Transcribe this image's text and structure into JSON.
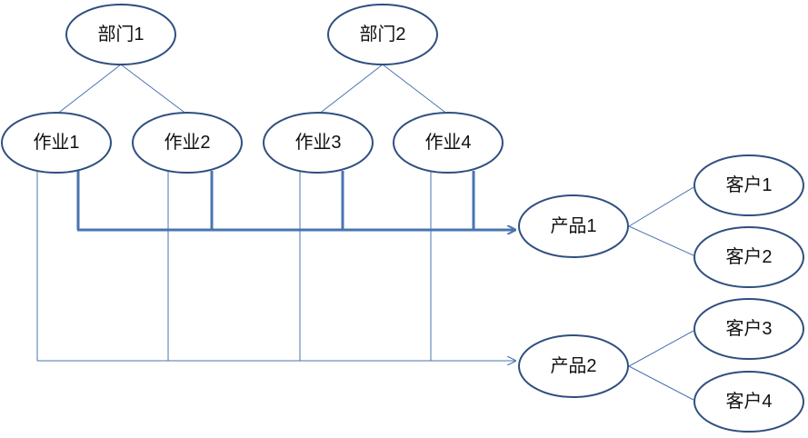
{
  "diagram": {
    "departments": [
      "部门1",
      "部门2"
    ],
    "jobs": [
      "作业1",
      "作业2",
      "作业3",
      "作业4"
    ],
    "products": [
      "产品1",
      "产品2"
    ],
    "customers": [
      "客户1",
      "客户2",
      "客户3",
      "客户4"
    ]
  },
  "colors": {
    "line": "#4a74b0",
    "node_border": "#2f4f7f",
    "text": "#111111",
    "background": "#ffffff"
  }
}
